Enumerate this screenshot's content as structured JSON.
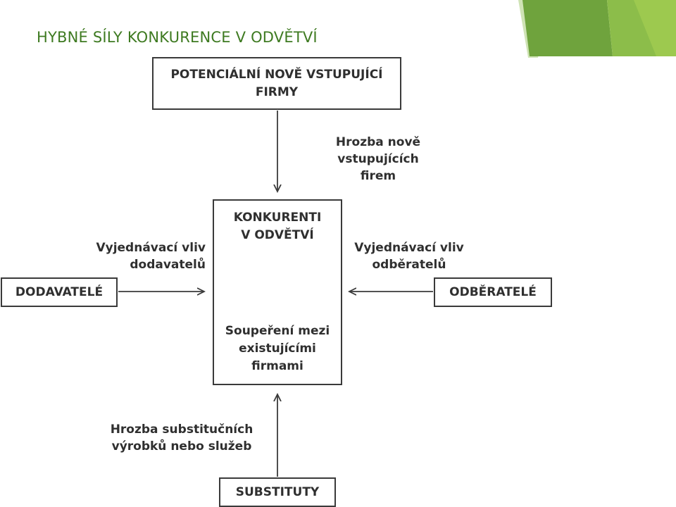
{
  "slide": {
    "title": "HYBNÉ SÍLY KONKURENCE V ODVĚTVÍ",
    "accent_color": "#3e7a21"
  },
  "diagram": {
    "entrants_box": "POTENCIÁLNÍ NOVĚ VSTUPUJÍCÍ\nFIRMY",
    "center_box_title": "KONKURENTI\nV ODVĚTVÍ",
    "center_box_text": "Soupeření mezi\nexistujícími\nfirmami",
    "suppliers_box": "DODAVATELÉ",
    "buyers_box": "ODBĚRATELÉ",
    "substitutes_box": "SUBSTITUTY",
    "label_new_entrants": "Hrozba nově\nvstupujících firem",
    "label_suppliers": "Vyjednávací vliv\ndodavatelů",
    "label_buyers": "Vyjednávací vliv\nodběratelů",
    "label_substitutes": "Hrozba substitučních\nvýrobků nebo služeb",
    "cycle_icon": "circular-arrow-icon"
  }
}
